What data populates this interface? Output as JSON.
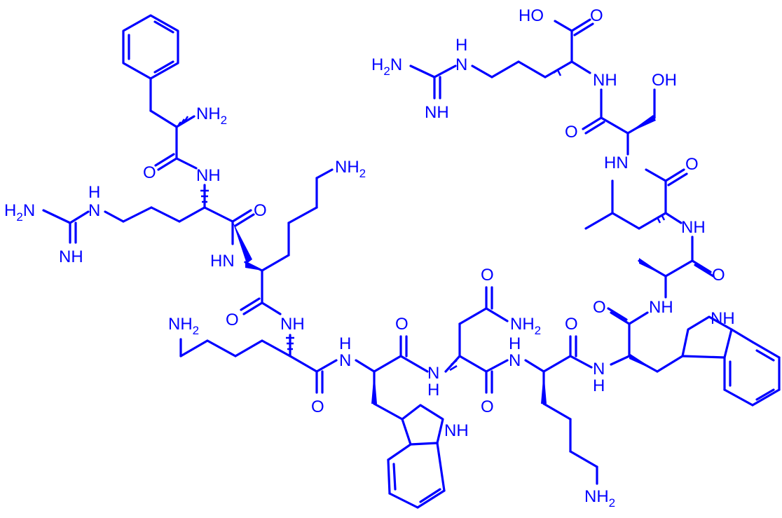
{
  "molecule": {
    "color": "#0000ff",
    "atom_labels": {
      "nh2": "NH",
      "h2n": "H",
      "two": "2",
      "hn": "HN",
      "nh": "NH",
      "n": "N",
      "h": "H",
      "o": "O",
      "oh": "OH",
      "ho": "HO"
    }
  }
}
